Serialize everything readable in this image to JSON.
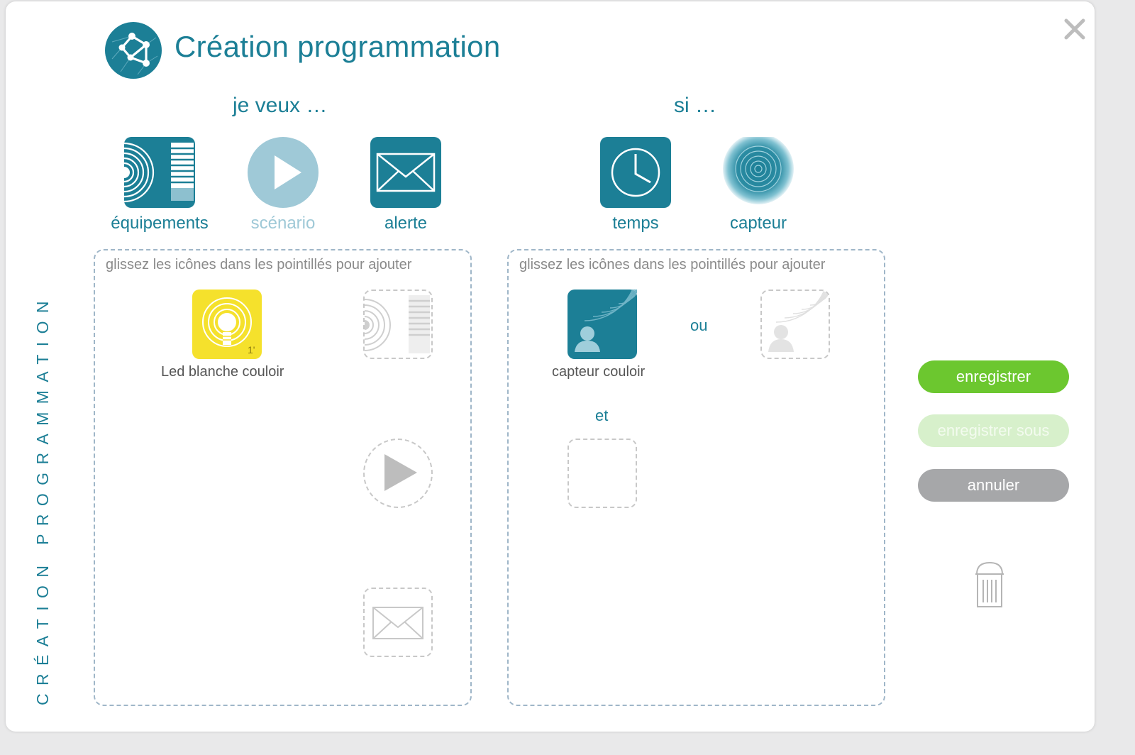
{
  "dialog": {
    "title": "Création programmation",
    "side_title": "CRÉATION PROGRAMMATION",
    "close_label": "close"
  },
  "actions_section": {
    "heading": "je veux …",
    "tools": [
      {
        "label": "équipements",
        "icon": "equipment-icon"
      },
      {
        "label": "scénario",
        "icon": "play-icon",
        "disabled": true
      },
      {
        "label": "alerte",
        "icon": "envelope-icon"
      }
    ],
    "dropzone_hint": "glissez les icônes dans les pointillés pour ajouter",
    "items": [
      {
        "label": "Led blanche couloir",
        "icon": "bulb-icon",
        "badge": "1'"
      }
    ]
  },
  "conditions_section": {
    "heading": "si …",
    "tools": [
      {
        "label": "temps",
        "icon": "clock-icon"
      },
      {
        "label": "capteur",
        "icon": "sensor-icon"
      }
    ],
    "dropzone_hint": "glissez les icônes dans les pointillés pour ajouter",
    "items": [
      {
        "label": "capteur couloir",
        "icon": "presence-sensor-icon"
      }
    ],
    "or_label": "ou",
    "and_label": "et"
  },
  "buttons": {
    "save": "enregistrer",
    "save_as": "enregistrer sous",
    "cancel": "annuler"
  },
  "colors": {
    "brand": "#1c7f96",
    "save": "#6cc72f",
    "save_as": "#d7f0cb",
    "cancel": "#a6a7a9",
    "bulb": "#f5e12c"
  }
}
